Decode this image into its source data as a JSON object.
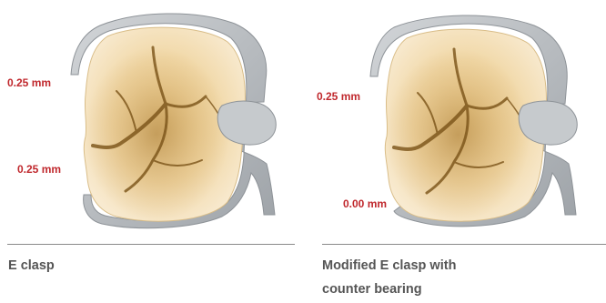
{
  "figure": {
    "left": {
      "measure_top": "0.25 mm",
      "measure_bottom": "0.25 mm",
      "caption": "E clasp"
    },
    "right": {
      "measure_top": "0.25 mm",
      "measure_bottom": "0.00 mm",
      "caption_line1": "Modified E clasp with",
      "caption_line2": "counter bearing"
    }
  },
  "colors": {
    "measure_text": "#c0282d",
    "caption_text": "#555555",
    "clasp_gray": "#b9bdc1",
    "tooth_enamel": "#f2dcae",
    "fissure": "#7a5318"
  }
}
